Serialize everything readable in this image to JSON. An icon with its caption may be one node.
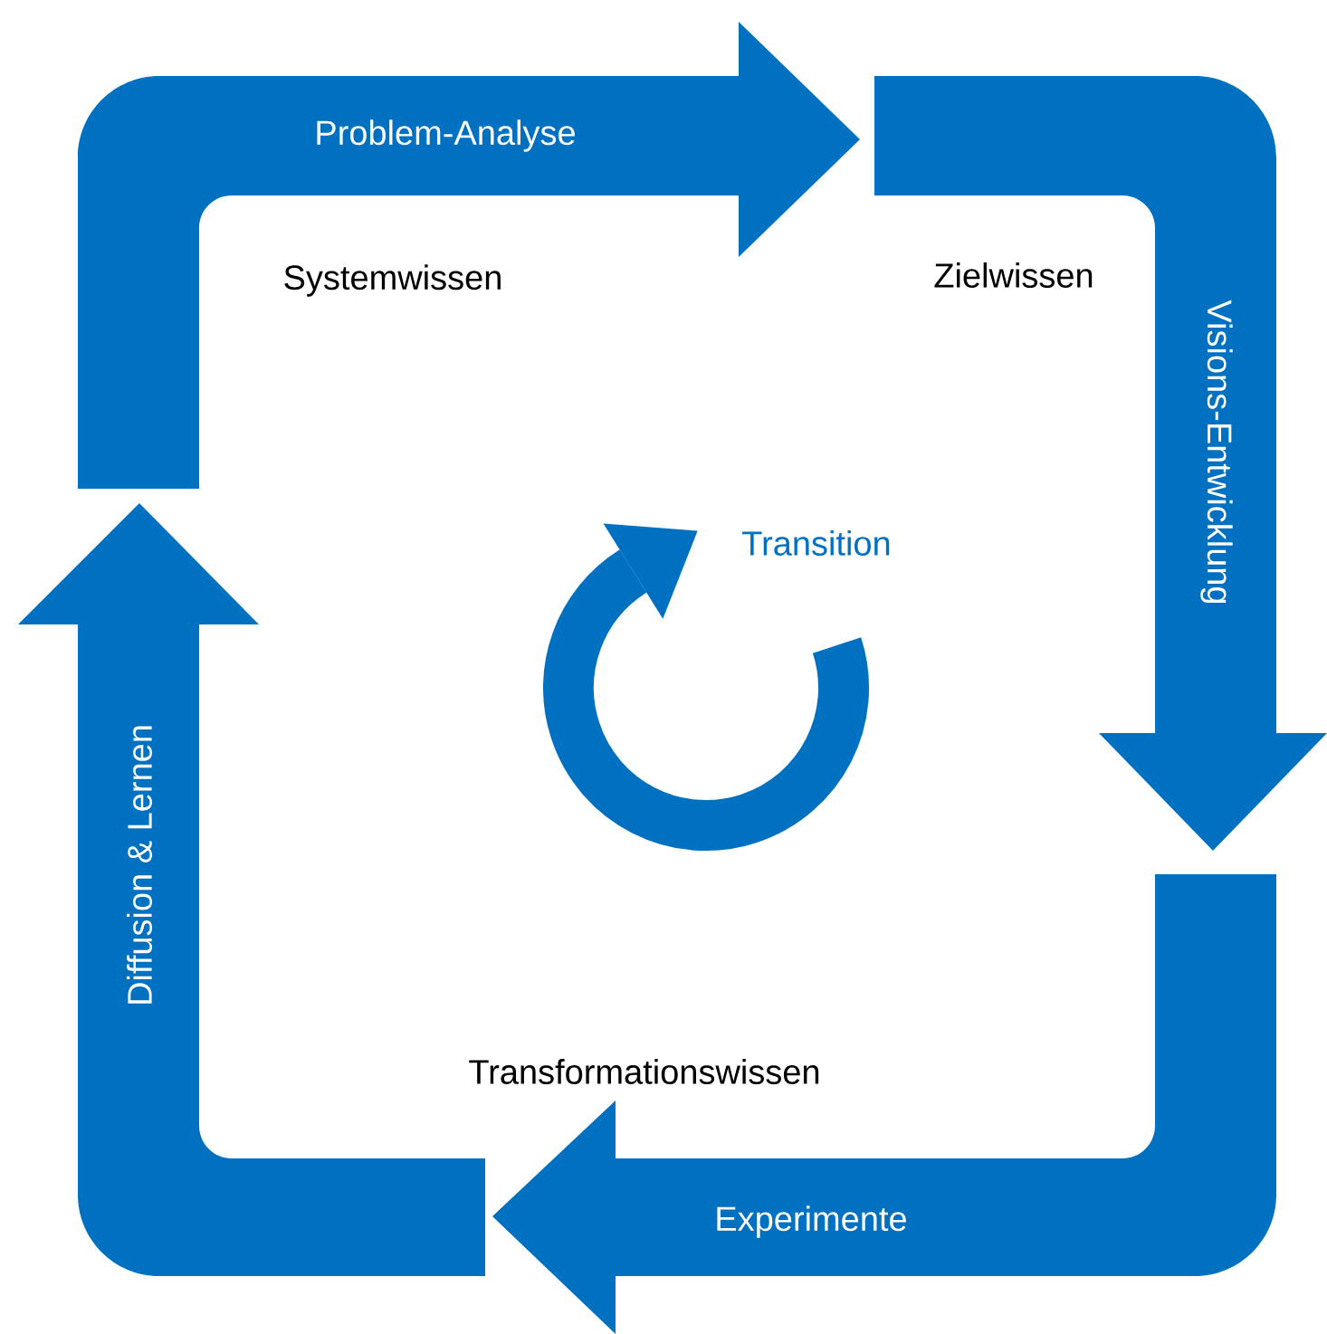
{
  "diagram": {
    "nodes": [
      {
        "text": [
          "Problem-Analyse"
        ]
      },
      {
        "text": [
          "Visions-Entwicklung"
        ]
      },
      {
        "text": [
          "Experimente"
        ]
      },
      {
        "text": [
          "Diffusion & Lernen"
        ]
      }
    ],
    "labels": [
      "Systemwissen",
      "Zielwissen",
      "Transition",
      "Transformationswissen"
    ]
  }
}
